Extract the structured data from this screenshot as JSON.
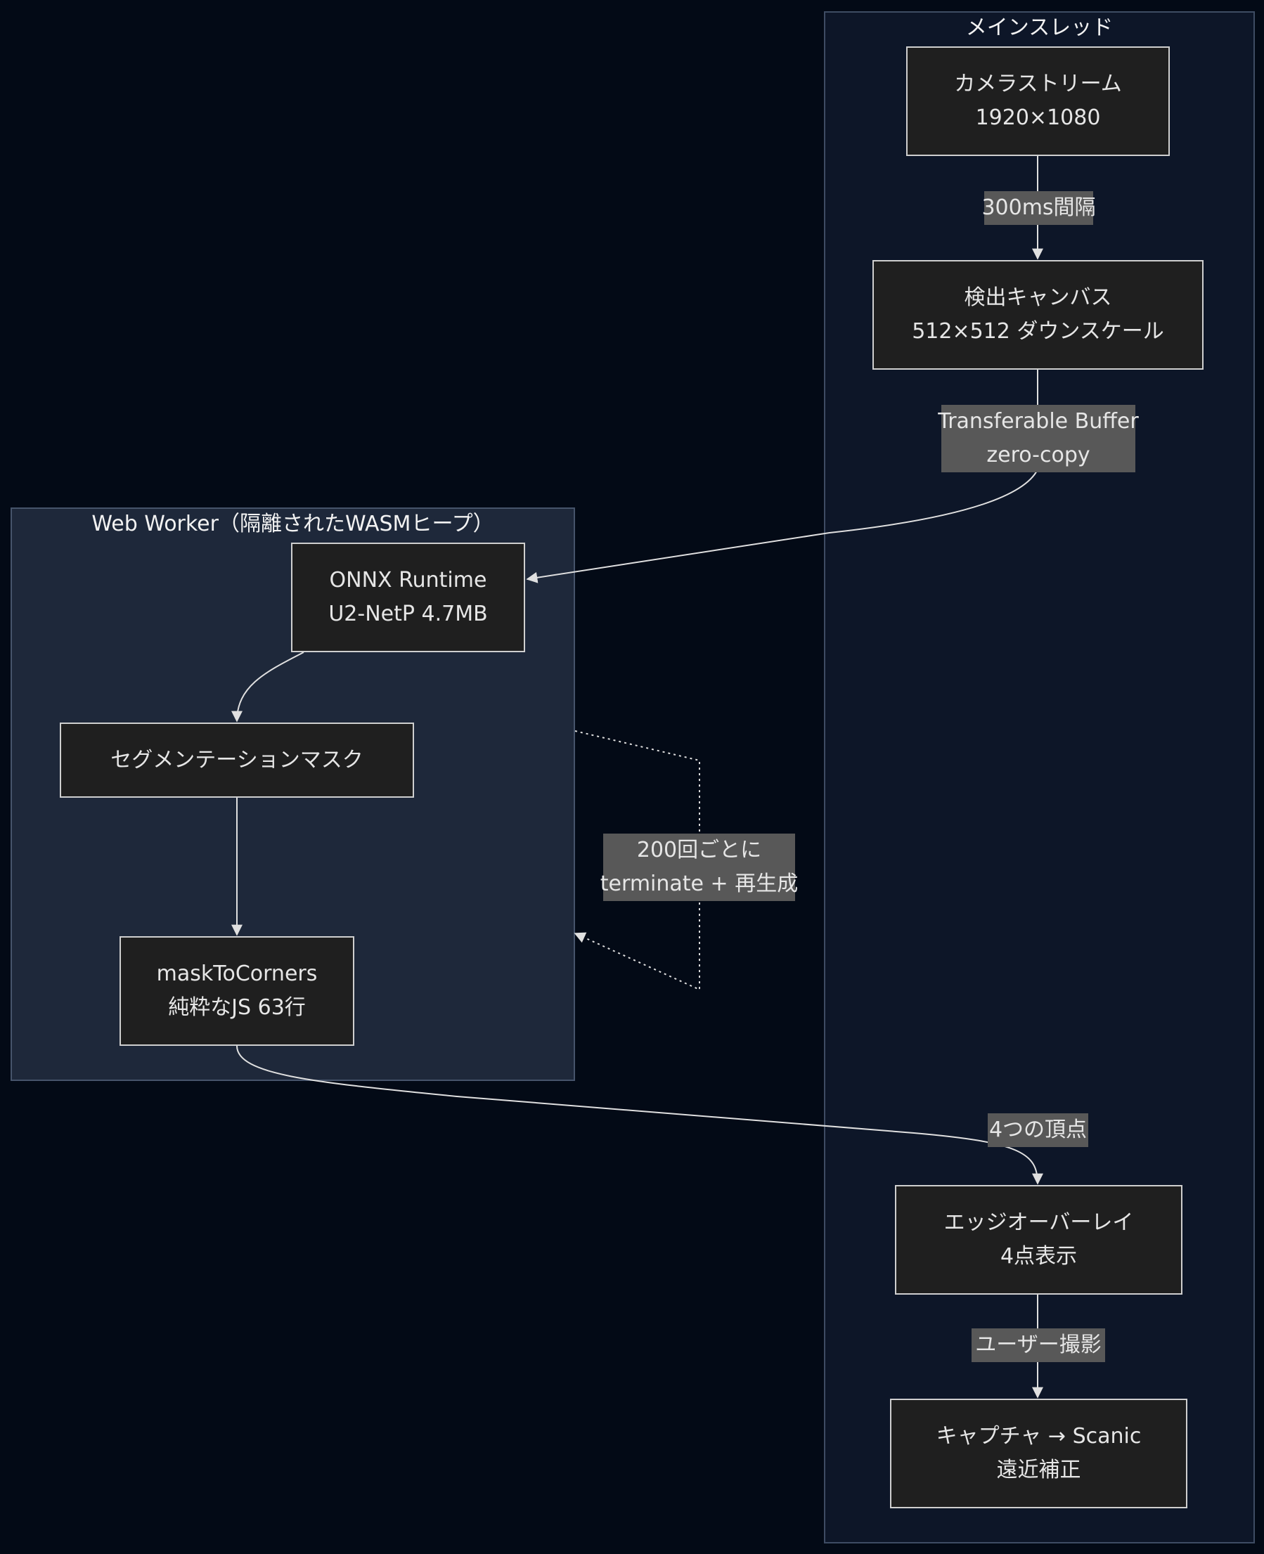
{
  "clusters": {
    "main_thread": {
      "title": "メインスレッド"
    },
    "web_worker": {
      "title": "Web Worker（隔離されたWASMヒープ）"
    }
  },
  "nodes": {
    "camera": {
      "line1": "カメラストリーム",
      "line2": "1920×1080"
    },
    "canvas": {
      "line1": "検出キャンバス",
      "line2": "512×512 ダウンスケール"
    },
    "onnx": {
      "line1": "ONNX Runtime",
      "line2": "U2-NetP 4.7MB"
    },
    "mask": {
      "line1": "セグメンテーションマスク"
    },
    "corners": {
      "line1": "maskToCorners",
      "line2": "純粋なJS 63行"
    },
    "overlay": {
      "line1": "エッジオーバーレイ",
      "line2": "4点表示"
    },
    "capture": {
      "line1": "キャプチャ → Scanic",
      "line2": "遠近補正"
    }
  },
  "edges": {
    "camera_canvas": "300ms間隔",
    "canvas_onnx": {
      "line1": "Transferable Buffer",
      "line2": "zero-copy"
    },
    "worker_recycle": {
      "line1": "200回ごとに",
      "line2": "terminate + 再生成"
    },
    "corners_overlay": "4つの頂点",
    "overlay_capture": "ユーザー撮影"
  },
  "colors": {
    "background": "#030a16",
    "main_cluster_fill": "#0d1628",
    "worker_cluster_fill": "#1e283a",
    "node_fill": "#1f1f1f",
    "node_border": "#cfcfcf",
    "edge_label_fill": "#585858",
    "line": "#e0e0e0"
  }
}
